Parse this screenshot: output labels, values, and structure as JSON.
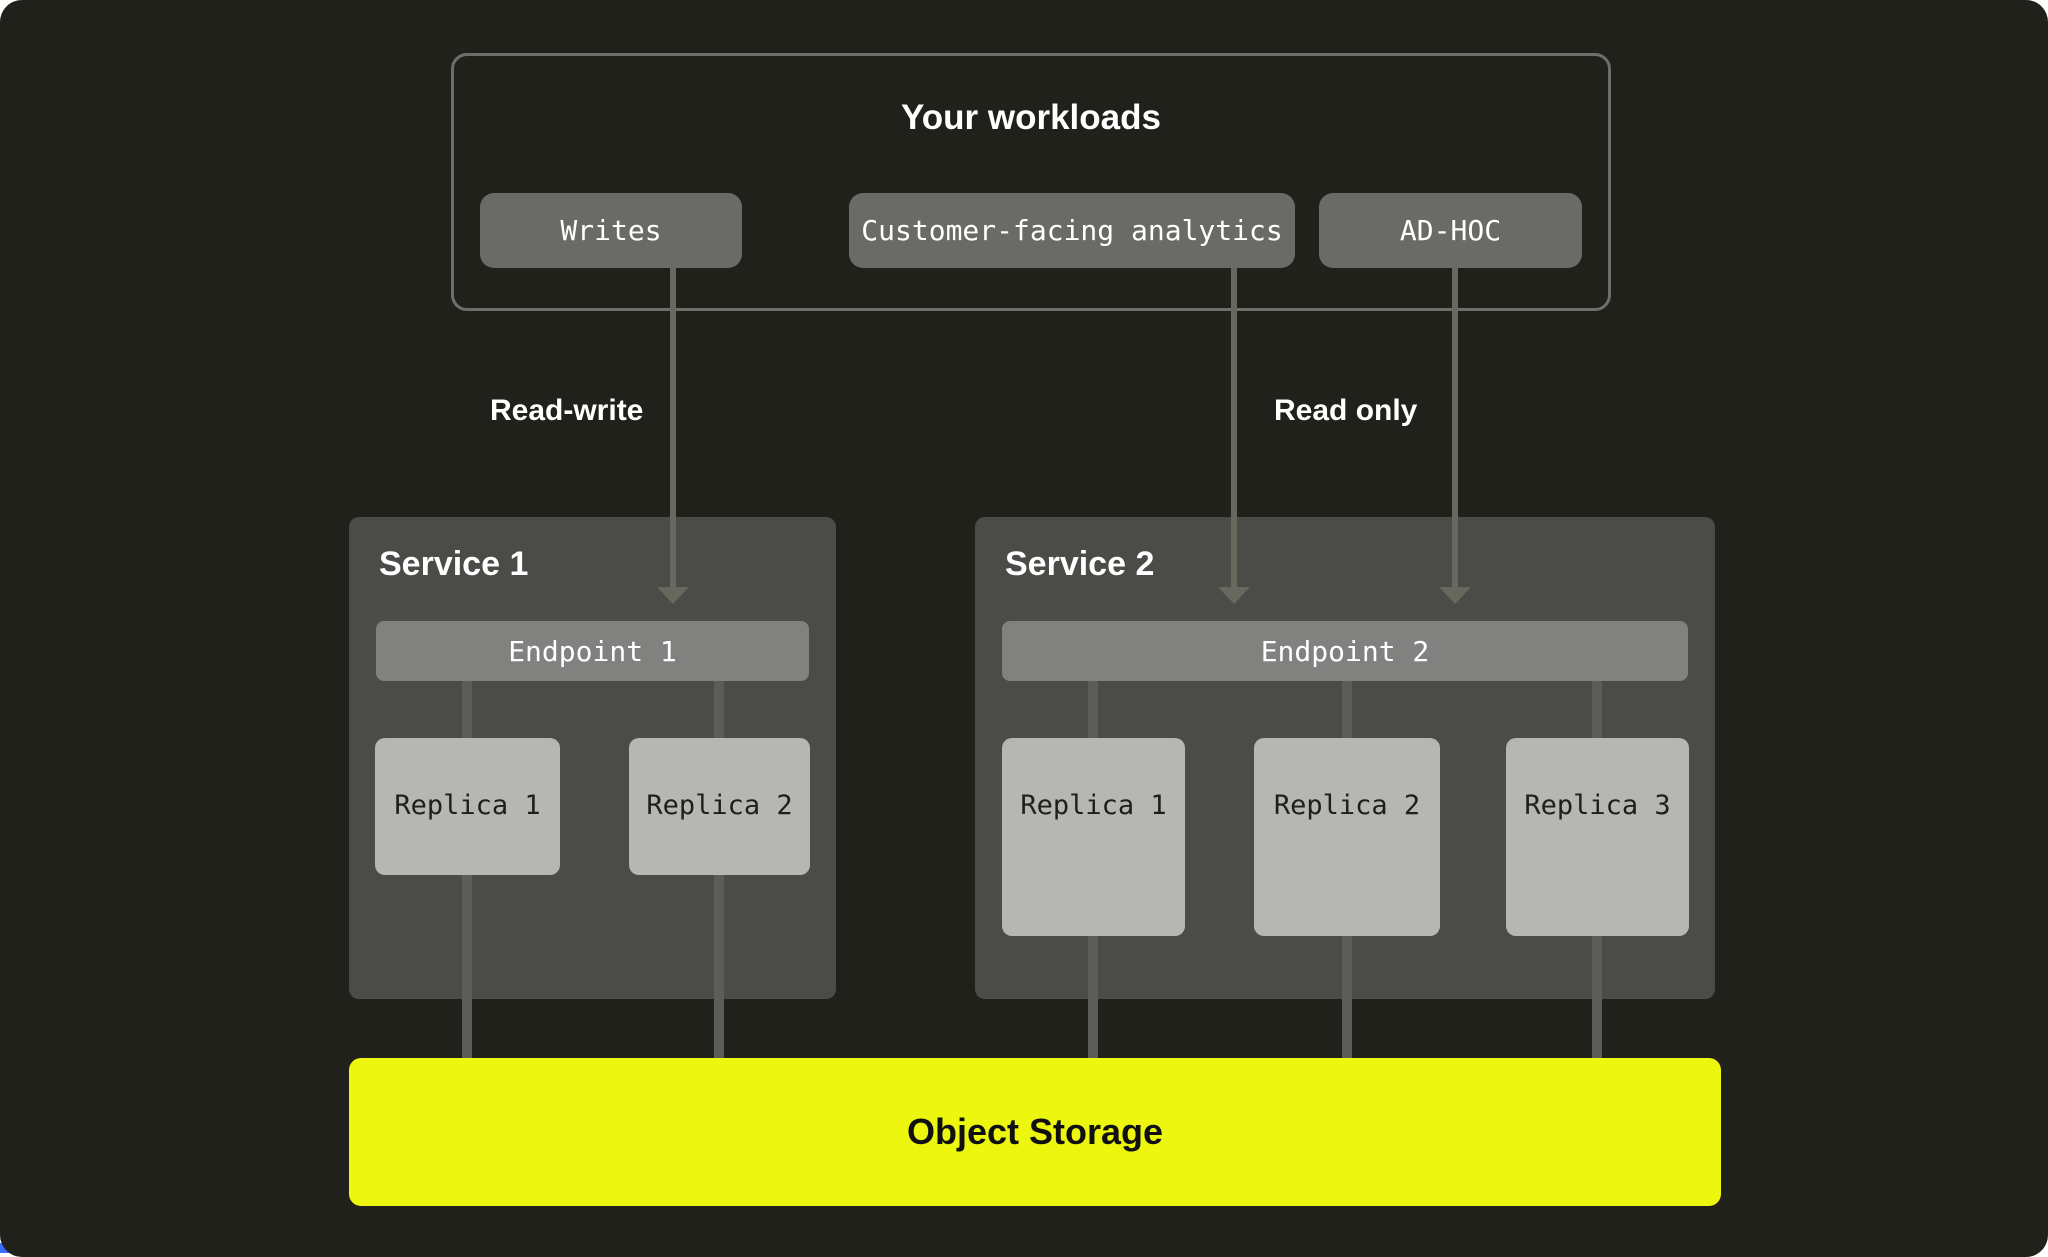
{
  "colors": {
    "page_bg": "#ffffff",
    "panel_bg": "#20211b",
    "workloads_border": "#6e6e6a",
    "chip_bg": "#6a6a67",
    "service_bg": "#4b4b48",
    "endpoint_bg": "#81817f",
    "replica_bg": "#b6b6b3",
    "replica_text": "#1e1e1c",
    "arrow_gray": "#68685f",
    "connector_gray": "#5c5c58",
    "storage_bg": "#ecf60e",
    "storage_text": "#101010",
    "light_text": "#ffffff",
    "corner_accent_blue": "#3d6bff"
  },
  "workloads": {
    "title": "Your workloads",
    "chips": [
      {
        "label": "Writes"
      },
      {
        "label": "Customer-facing analytics"
      },
      {
        "label": "AD-HOC"
      }
    ]
  },
  "edges": {
    "read_write_label": "Read-write",
    "read_only_label": "Read only"
  },
  "services": [
    {
      "name": "Service 1",
      "endpoint": "Endpoint 1",
      "replicas": [
        "Replica 1",
        "Replica 2"
      ]
    },
    {
      "name": "Service 2",
      "endpoint": "Endpoint 2",
      "replicas": [
        "Replica 1",
        "Replica 2",
        "Replica 3"
      ]
    }
  ],
  "storage": {
    "label": "Object Storage"
  }
}
